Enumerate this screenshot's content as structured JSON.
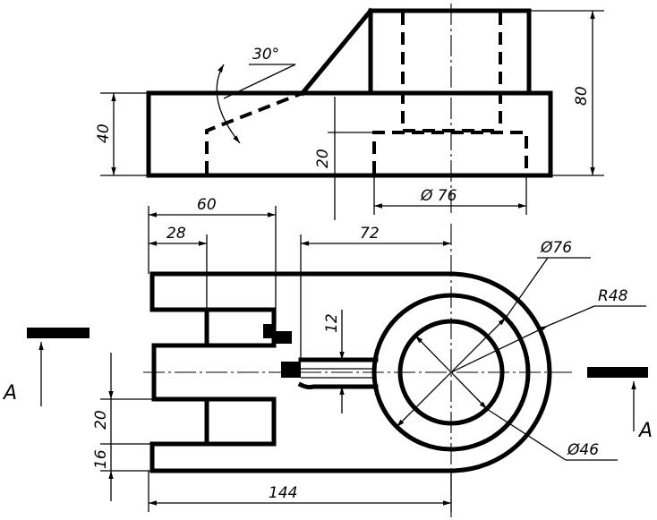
{
  "top_view": {
    "dim_angle": "30°",
    "dim_height_base": "40",
    "dim_height_total": "80",
    "dim_hole_depth": "20",
    "dim_bore_diameter": "Ø 76"
  },
  "plan_view": {
    "dim_slot_width_60": "60",
    "dim_slot_28": "28",
    "dim_center_72": "72",
    "dim_12": "12",
    "dim_outer_diameter": "Ø76",
    "dim_radius": "R48",
    "dim_inner_diameter": "Ø46",
    "dim_20": "20",
    "dim_16": "16",
    "dim_overall_144": "144"
  },
  "section_marks": {
    "left": "A",
    "right": "A"
  }
}
